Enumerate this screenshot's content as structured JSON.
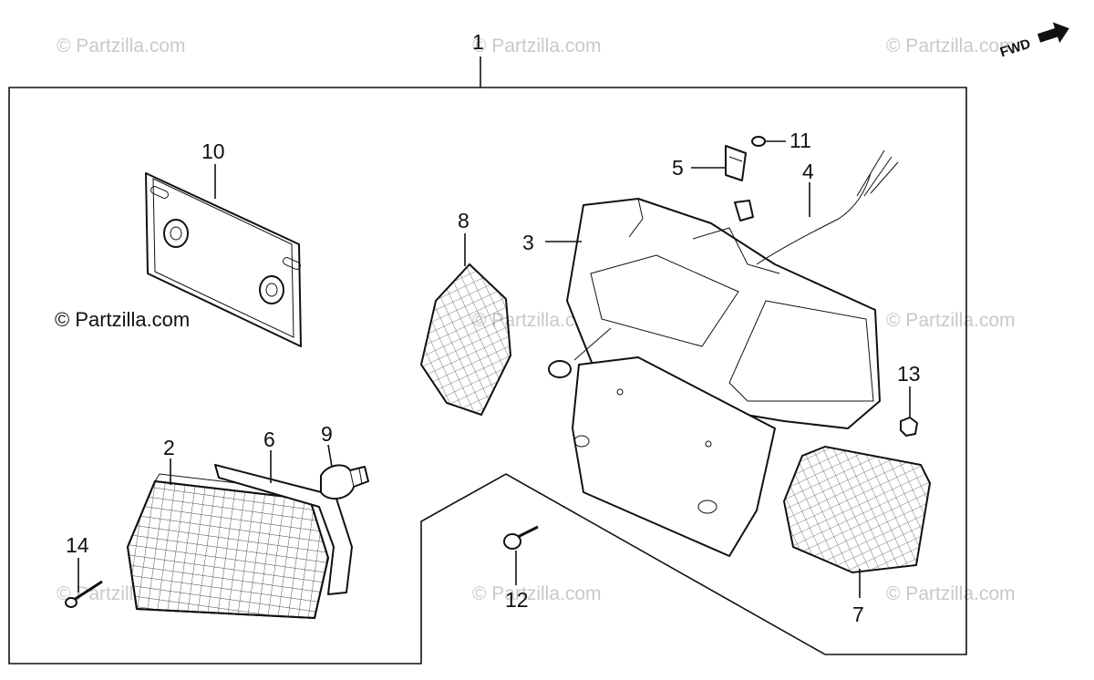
{
  "diagram": {
    "watermark_text": "© Partzilla.com",
    "direction_label": "FWD",
    "callouts": [
      {
        "id": "1",
        "label": "1"
      },
      {
        "id": "2",
        "label": "2"
      },
      {
        "id": "3",
        "label": "3"
      },
      {
        "id": "4",
        "label": "4"
      },
      {
        "id": "5",
        "label": "5"
      },
      {
        "id": "6",
        "label": "6"
      },
      {
        "id": "7",
        "label": "7"
      },
      {
        "id": "8",
        "label": "8"
      },
      {
        "id": "9",
        "label": "9"
      },
      {
        "id": "10",
        "label": "10"
      },
      {
        "id": "11",
        "label": "11"
      },
      {
        "id": "12",
        "label": "12"
      },
      {
        "id": "13",
        "label": "13"
      },
      {
        "id": "14",
        "label": "14"
      }
    ]
  }
}
